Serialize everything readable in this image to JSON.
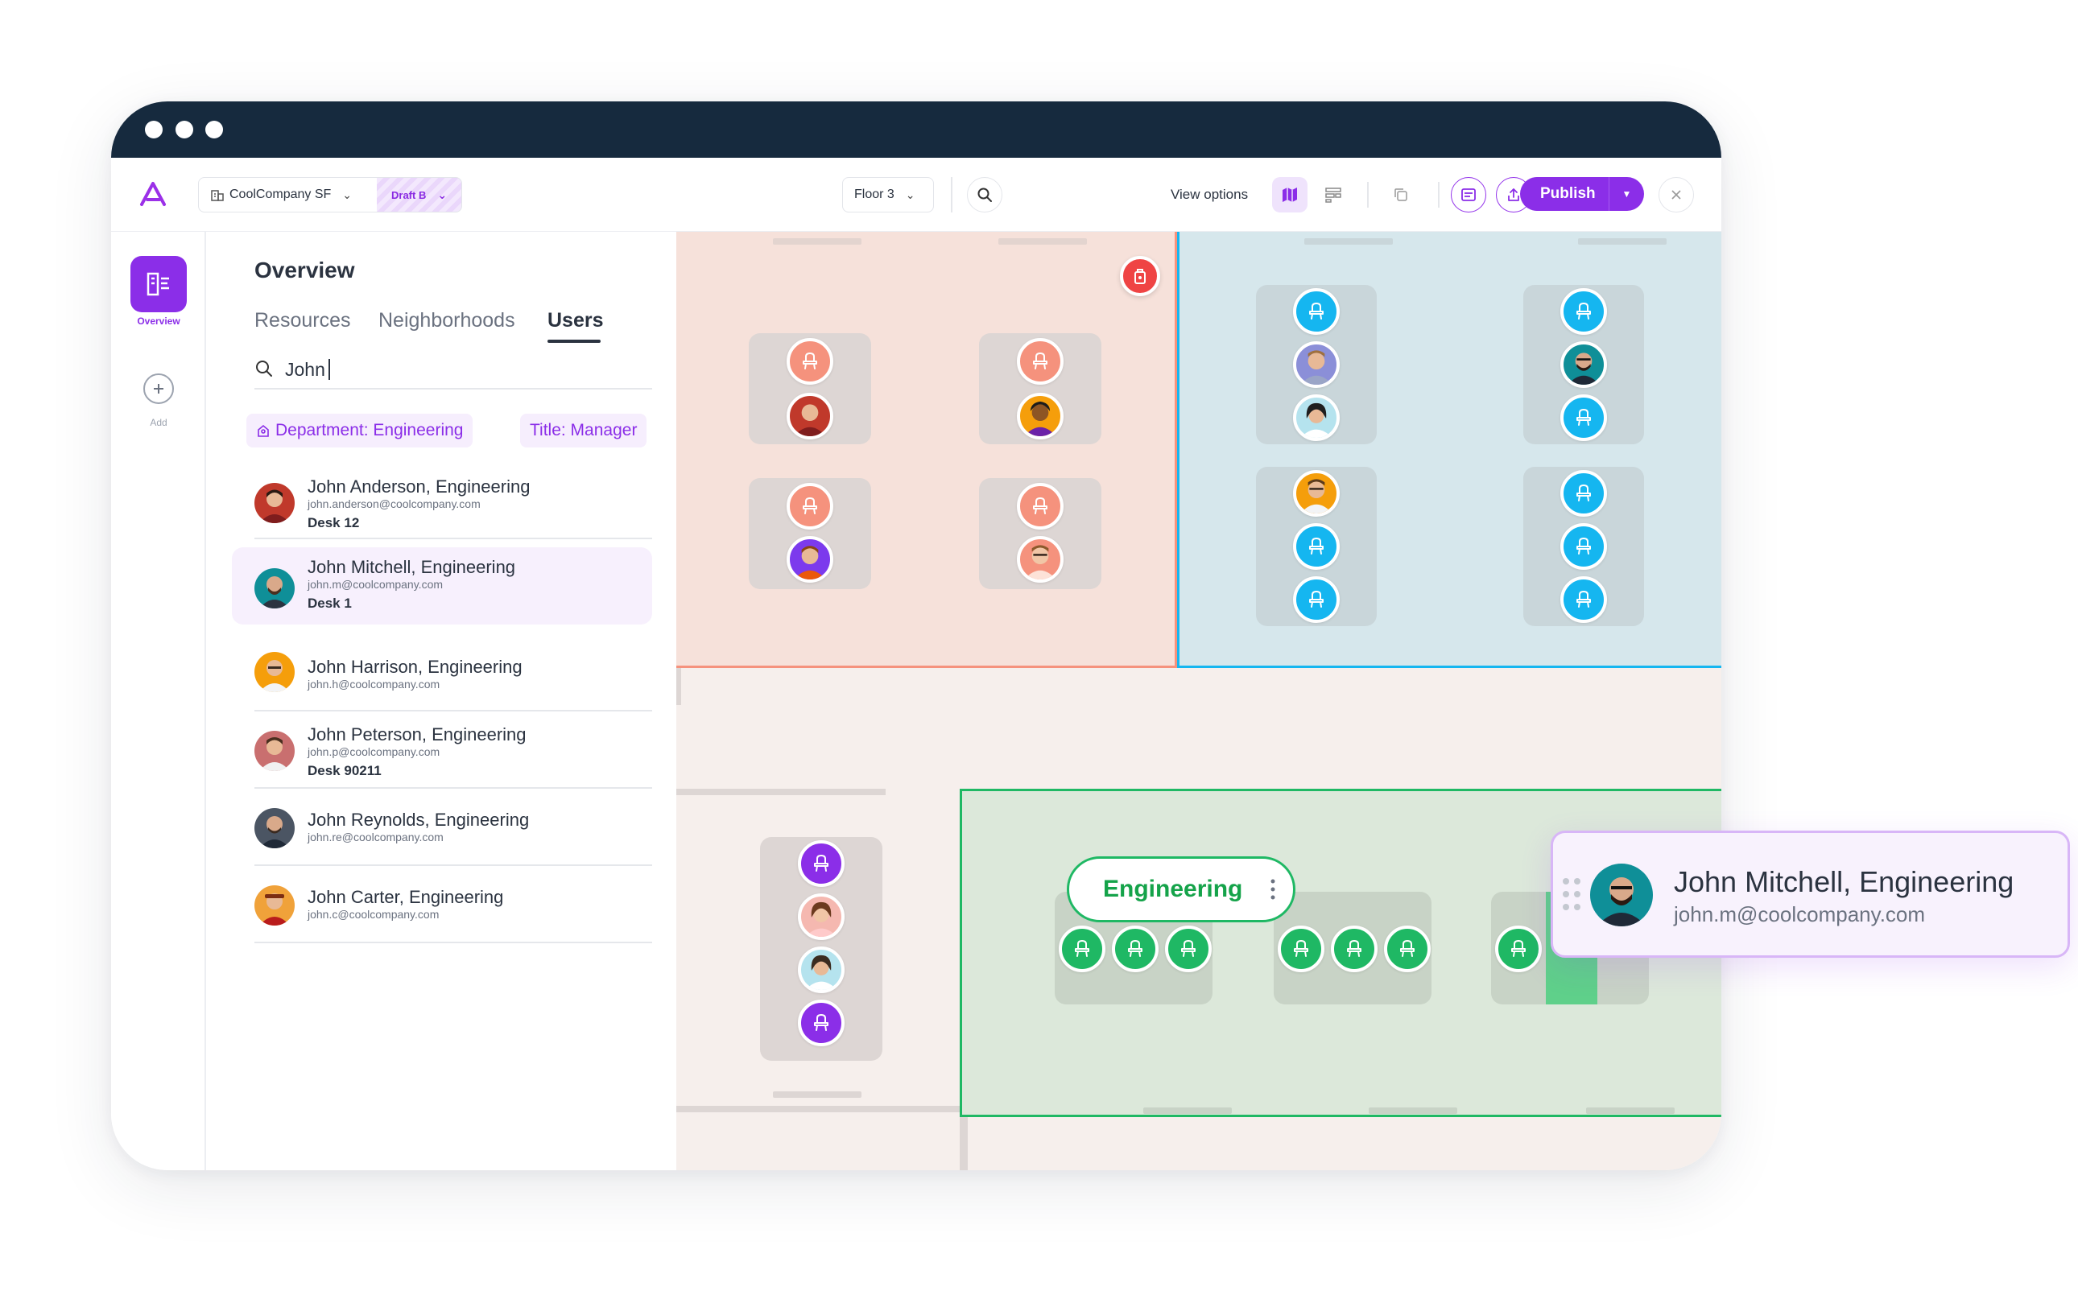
{
  "toolbar": {
    "building": "CoolCompany SF",
    "draft": "Draft B",
    "floor": "Floor 3",
    "view_options": "View options",
    "publish": "Publish"
  },
  "rail": {
    "overview": "Overview",
    "add": "Add"
  },
  "panel": {
    "title": "Overview",
    "tabs": [
      "Resources",
      "Neighborhoods",
      "Users"
    ],
    "active_tab": "Users",
    "search_value": "John",
    "filters": [
      "Department: Engineering",
      "Title: Manager"
    ],
    "users": [
      {
        "name": "John Anderson, Engineering",
        "email": "john.anderson@coolcompany.com",
        "desk": "Desk 12"
      },
      {
        "name": "John Mitchell, Engineering",
        "email": "john.m@coolcompany.com",
        "desk": "Desk 1"
      },
      {
        "name": "John Harrison, Engineering",
        "email": "john.h@coolcompany.com",
        "desk": ""
      },
      {
        "name": "John Peterson, Engineering",
        "email": "john.p@coolcompany.com",
        "desk": "Desk 90211"
      },
      {
        "name": "John Reynolds, Engineering",
        "email": "john.re@coolcompany.com",
        "desk": ""
      },
      {
        "name": "John Carter, Engineering",
        "email": "john.c@coolcompany.com",
        "desk": ""
      }
    ]
  },
  "map": {
    "neighborhood_label": "Engineering"
  },
  "popup": {
    "name": "John Mitchell, Engineering",
    "email": "john.m@coolcompany.com"
  },
  "colors": {
    "accent": "#8b2ee8",
    "salmon": "#f5927d",
    "blue": "#15b6f0",
    "purple": "#8b2ee8",
    "green": "#1fb864",
    "titlebar": "#162a3e",
    "alert": "#ef4444"
  }
}
